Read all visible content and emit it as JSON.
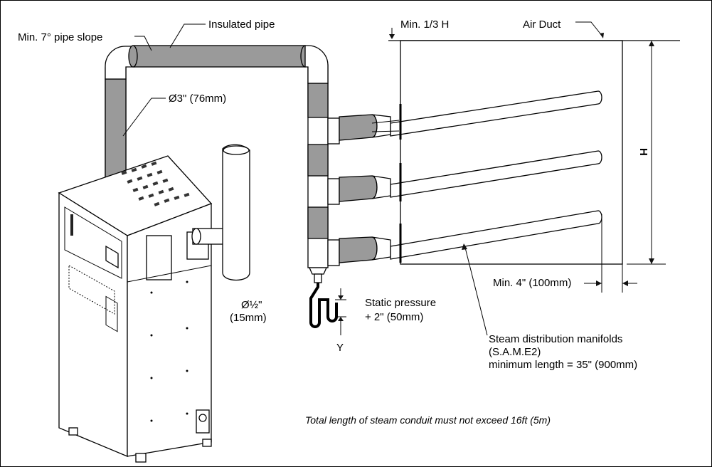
{
  "labels": {
    "insulated_pipe": "Insulated pipe",
    "pipe_slope": "Min. 7° pipe slope",
    "min_third_h": "Min. 1/3 H",
    "air_duct": "Air Duct",
    "pipe_diameter": "Ø3\" (76mm)",
    "height_h": "H",
    "drain_diameter_1": "Ø½\"",
    "drain_diameter_2": "(15mm)",
    "static_pressure_1": "Static pressure",
    "static_pressure_2": "+ 2\" (50mm)",
    "trap_y": "Y",
    "min_clearance": "Min. 4\" (100mm)",
    "manifolds_1": "Steam distribution manifolds",
    "manifolds_2": "(S.A.M.E2)",
    "manifolds_3": "minimum length = 35\" (900mm)",
    "footnote": "Total length of steam conduit must not exceed 16ft (5m)"
  },
  "colors": {
    "insulation": "#9a9a9a",
    "line": "#000000",
    "background": "#ffffff"
  }
}
